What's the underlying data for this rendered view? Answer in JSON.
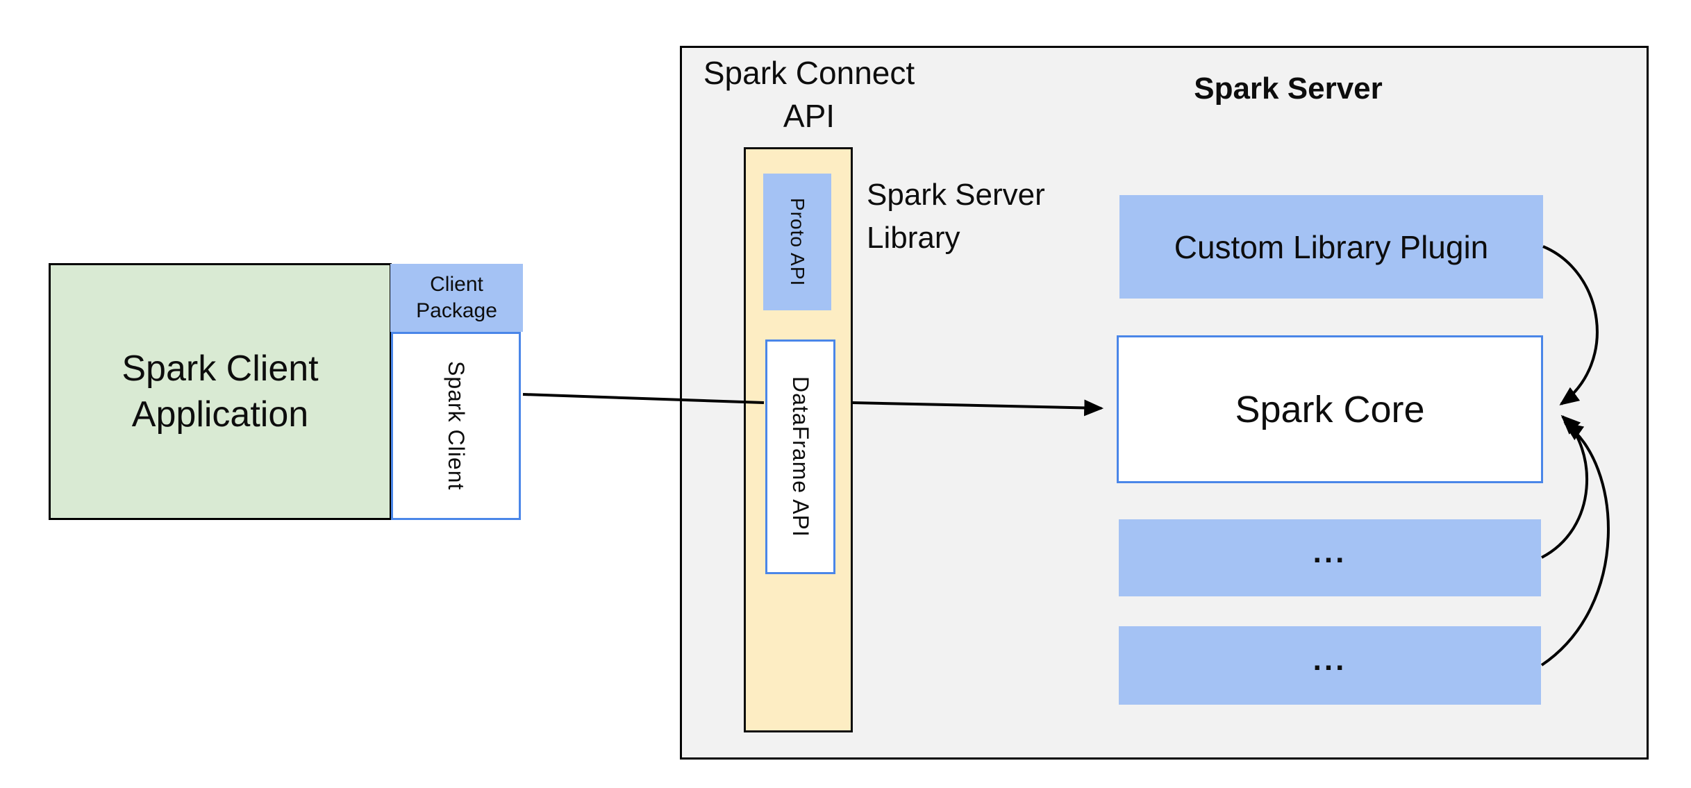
{
  "client_area": {
    "application": {
      "line1": "Spark Client",
      "line2": "Application"
    },
    "package": {
      "line1": "Client",
      "line2": "Package"
    },
    "spark_client_label": "Spark Client"
  },
  "connect_area": {
    "title": {
      "line1": "Spark Connect",
      "line2": "API"
    },
    "proto_api_label": "Proto API",
    "dataframe_api_label": "DataFrame API",
    "library_label": {
      "line1": "Spark Server",
      "line2": "Library"
    }
  },
  "server_area": {
    "title": "Spark Server",
    "plugin_label": "Custom Library Plugin",
    "core_label": "Spark Core",
    "module_placeholder_1": "...",
    "module_placeholder_2": "..."
  },
  "colors": {
    "blue_fill": "#a4c2f4",
    "blue_border": "#4a86e8",
    "green_fill": "#d9ead3",
    "yellow_fill": "#fdedc3",
    "gray_fill": "#f2f2f2",
    "line_color": "#000000"
  }
}
